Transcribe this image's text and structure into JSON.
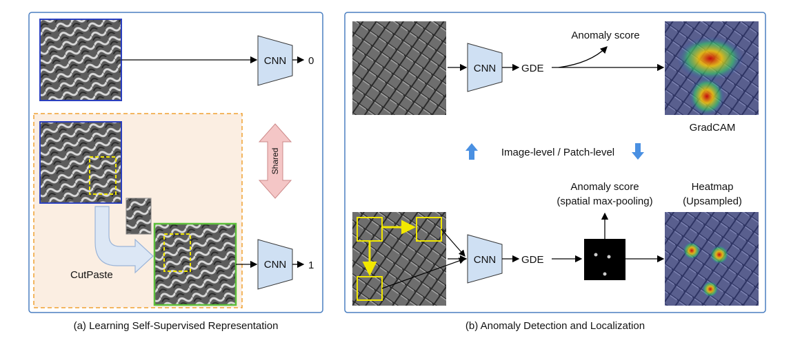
{
  "panel_a": {
    "caption": "(a) Learning Self-Supervised Representation",
    "cnn_top": "CNN",
    "out_top": "0",
    "cnn_bottom": "CNN",
    "out_bottom": "1",
    "cutpaste_label": "CutPaste",
    "shared_label": "Shared"
  },
  "panel_b": {
    "caption": "(b) Anomaly Detection and Localization",
    "cnn_top": "CNN",
    "gde_top": "GDE",
    "anomaly_score_top": "Anomaly score",
    "gradcam_label": "GradCAM",
    "level_label": "Image-level / Patch-level",
    "cnn_bottom": "CNN",
    "gde_bottom": "GDE",
    "anomaly_score_bottom_line1": "Anomaly score",
    "anomaly_score_bottom_line2": "(spatial max-pooling)",
    "heatmap_line1": "Heatmap",
    "heatmap_line2": "(Upsampled)"
  },
  "colors": {
    "panel_border": "#4a7fc1",
    "cnn_fill": "#cfe0f3",
    "dash_orange": "#f0a030",
    "peach_bg": "#fbeee2",
    "blue_frame": "#2a3fbf",
    "green_frame": "#5cbf3a",
    "yellow": "#f2e800",
    "shared_fill": "#f4c6c6",
    "level_arrow": "#4a90e2"
  }
}
